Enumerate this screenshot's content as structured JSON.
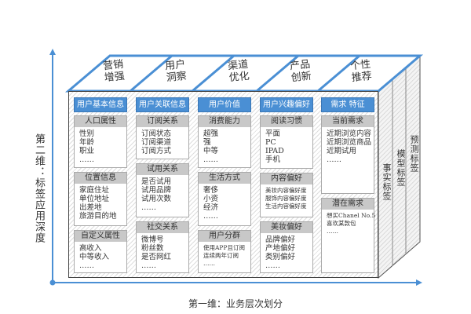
{
  "colors": {
    "accent": "#4a8fd4",
    "header_gray": "#c8c8c8",
    "axis": "#4a8fd4"
  },
  "top_labels": [
    "营销\n增强",
    "用户\n洞察",
    "渠道\n优化",
    "产品\n创新",
    "个性\n推荐"
  ],
  "side_layers": [
    "事实标签",
    "模型标签",
    "预测标签"
  ],
  "y_axis_label": "第二维：标签应用深度",
  "x_axis_label": "第一维：业务层次划分",
  "columns": [
    {
      "header": "用户基本信息",
      "boxes": [
        {
          "title": "人口属性",
          "items": [
            "性别",
            "年龄",
            "职业",
            "……"
          ]
        },
        {
          "title": "位置信息",
          "items": [
            "家庭住址",
            "单位地址",
            "出差地",
            "旅游目的地"
          ]
        },
        {
          "title": "自定义属性",
          "items": [
            "高收入",
            "中等收入",
            "……"
          ]
        }
      ]
    },
    {
      "header": "用户关联信息",
      "boxes": [
        {
          "title": "订阅关系",
          "items": [
            "订阅状态",
            "订阅渠道",
            "订阅方式"
          ]
        },
        {
          "title": "试用关系",
          "items": [
            "是否试用",
            "试用品牌",
            "试用次数",
            "……"
          ]
        },
        {
          "title": "社交关系",
          "items": [
            "微博号",
            "粉丝数",
            "是否网红",
            "……"
          ]
        }
      ]
    },
    {
      "header": "用户价值",
      "boxes": [
        {
          "title": "消费能力",
          "items": [
            "超强",
            "强",
            "中等",
            "……"
          ]
        },
        {
          "title": "生活方式",
          "items": [
            "奢侈",
            "小资",
            "经济",
            "……"
          ]
        },
        {
          "title": "用户分群",
          "items": [
            "使用APP且订阅",
            "连续两年订阅",
            "……"
          ],
          "small": true
        }
      ]
    },
    {
      "header": "用户兴趣偏好",
      "boxes": [
        {
          "title": "阅读习惯",
          "items": [
            "平面",
            "PC",
            "IPAD",
            "手机"
          ]
        },
        {
          "title": "内容偏好",
          "items": [
            "美妆内容偏好度",
            "服饰内容偏好度",
            "生活内容偏好度"
          ],
          "small": true
        },
        {
          "title": "美妆偏好",
          "items": [
            "品牌偏好",
            "产地偏好",
            "类别偏好",
            "……"
          ]
        }
      ]
    },
    {
      "header": "需求 特征",
      "boxes": [
        {
          "title": "当前需求",
          "items": [
            "近期浏览内容",
            "近期浏览商品",
            "近期试用",
            "……"
          ]
        },
        {
          "title": "潜在需求",
          "items": [
            "想买Chanel No.5",
            "喜欢某款包",
            "……"
          ],
          "small": true
        }
      ]
    }
  ]
}
